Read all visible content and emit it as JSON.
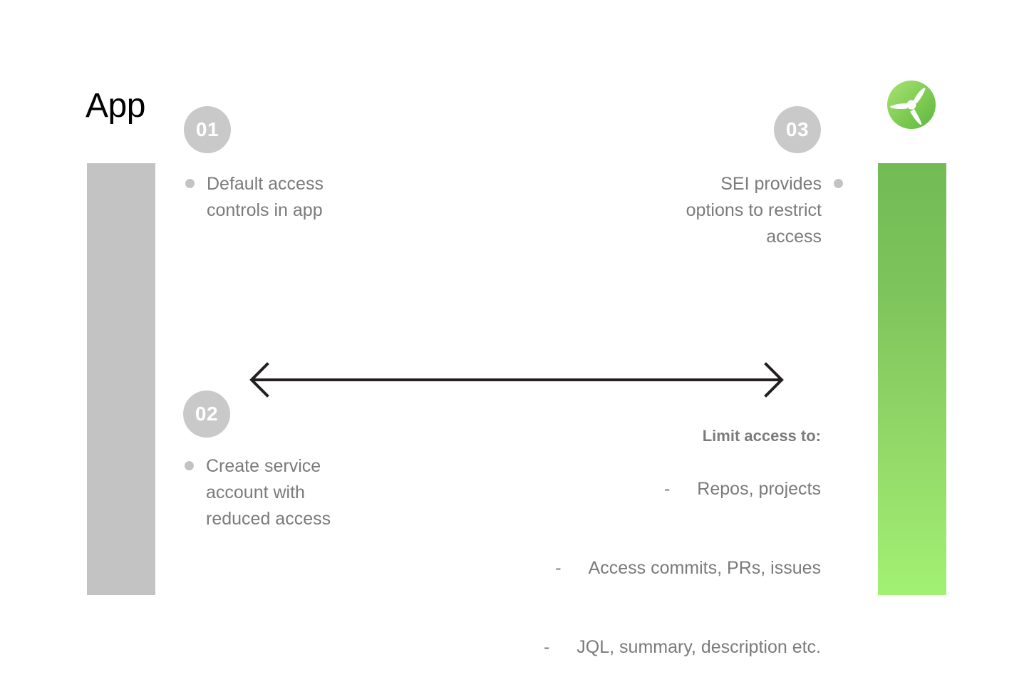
{
  "page": {
    "title": "App",
    "background": "#ffffff"
  },
  "colors": {
    "gray_bar": "#c3c3c3",
    "green_bar_top": "#72bb55",
    "green_bar_bottom": "#a2f173",
    "badge_fill": "#c9c9c9",
    "body_text": "#7b7b7b",
    "title_text": "#000000",
    "arrow": "#231f20",
    "logo_green_light": "#a4e06a",
    "logo_green_dark": "#5fb946"
  },
  "steps": [
    {
      "number": "01",
      "text": "Default access controls in app",
      "align": "left"
    },
    {
      "number": "02",
      "text": "Create service account with reduced access",
      "align": "left"
    },
    {
      "number": "03",
      "text": "SEI provides options to restrict access",
      "align": "right"
    }
  ],
  "arrow": {
    "name": "double-headed-horizontal-arrow",
    "direction": "both"
  },
  "limit_panel": {
    "heading": "Limit access to:",
    "dash": "-",
    "items": [
      "Repos, projects",
      "Access commits, PRs, issues",
      "JQL, summary, description etc."
    ]
  },
  "logo": {
    "name": "harness-propeller-logo",
    "blades": 3
  }
}
